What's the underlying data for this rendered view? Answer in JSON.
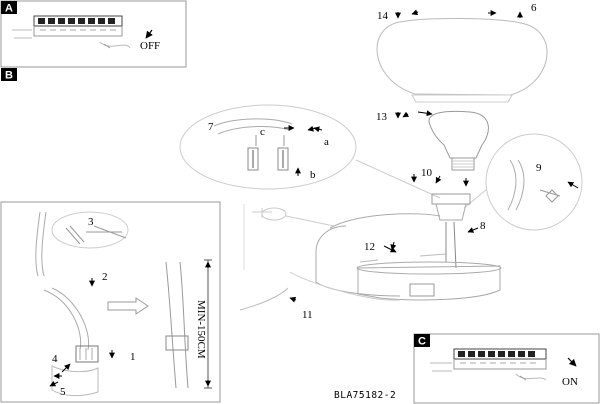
{
  "sections": {
    "a": "A",
    "b": "B",
    "c": "C"
  },
  "switch_labels": {
    "off": "OFF",
    "on": "ON"
  },
  "callouts": [
    "1",
    "2",
    "3",
    "4",
    "5",
    "6",
    "7",
    "8",
    "9",
    "10",
    "11",
    "12",
    "13",
    "14"
  ],
  "letters": {
    "a": "a",
    "b": "b",
    "c": "c"
  },
  "model_code": "BLA75182-2",
  "dimension_text": "MIN-150CM",
  "colors": {
    "ink": "#000000",
    "line": "#777777",
    "faint": "#bbbbbb",
    "box": "#999999"
  }
}
